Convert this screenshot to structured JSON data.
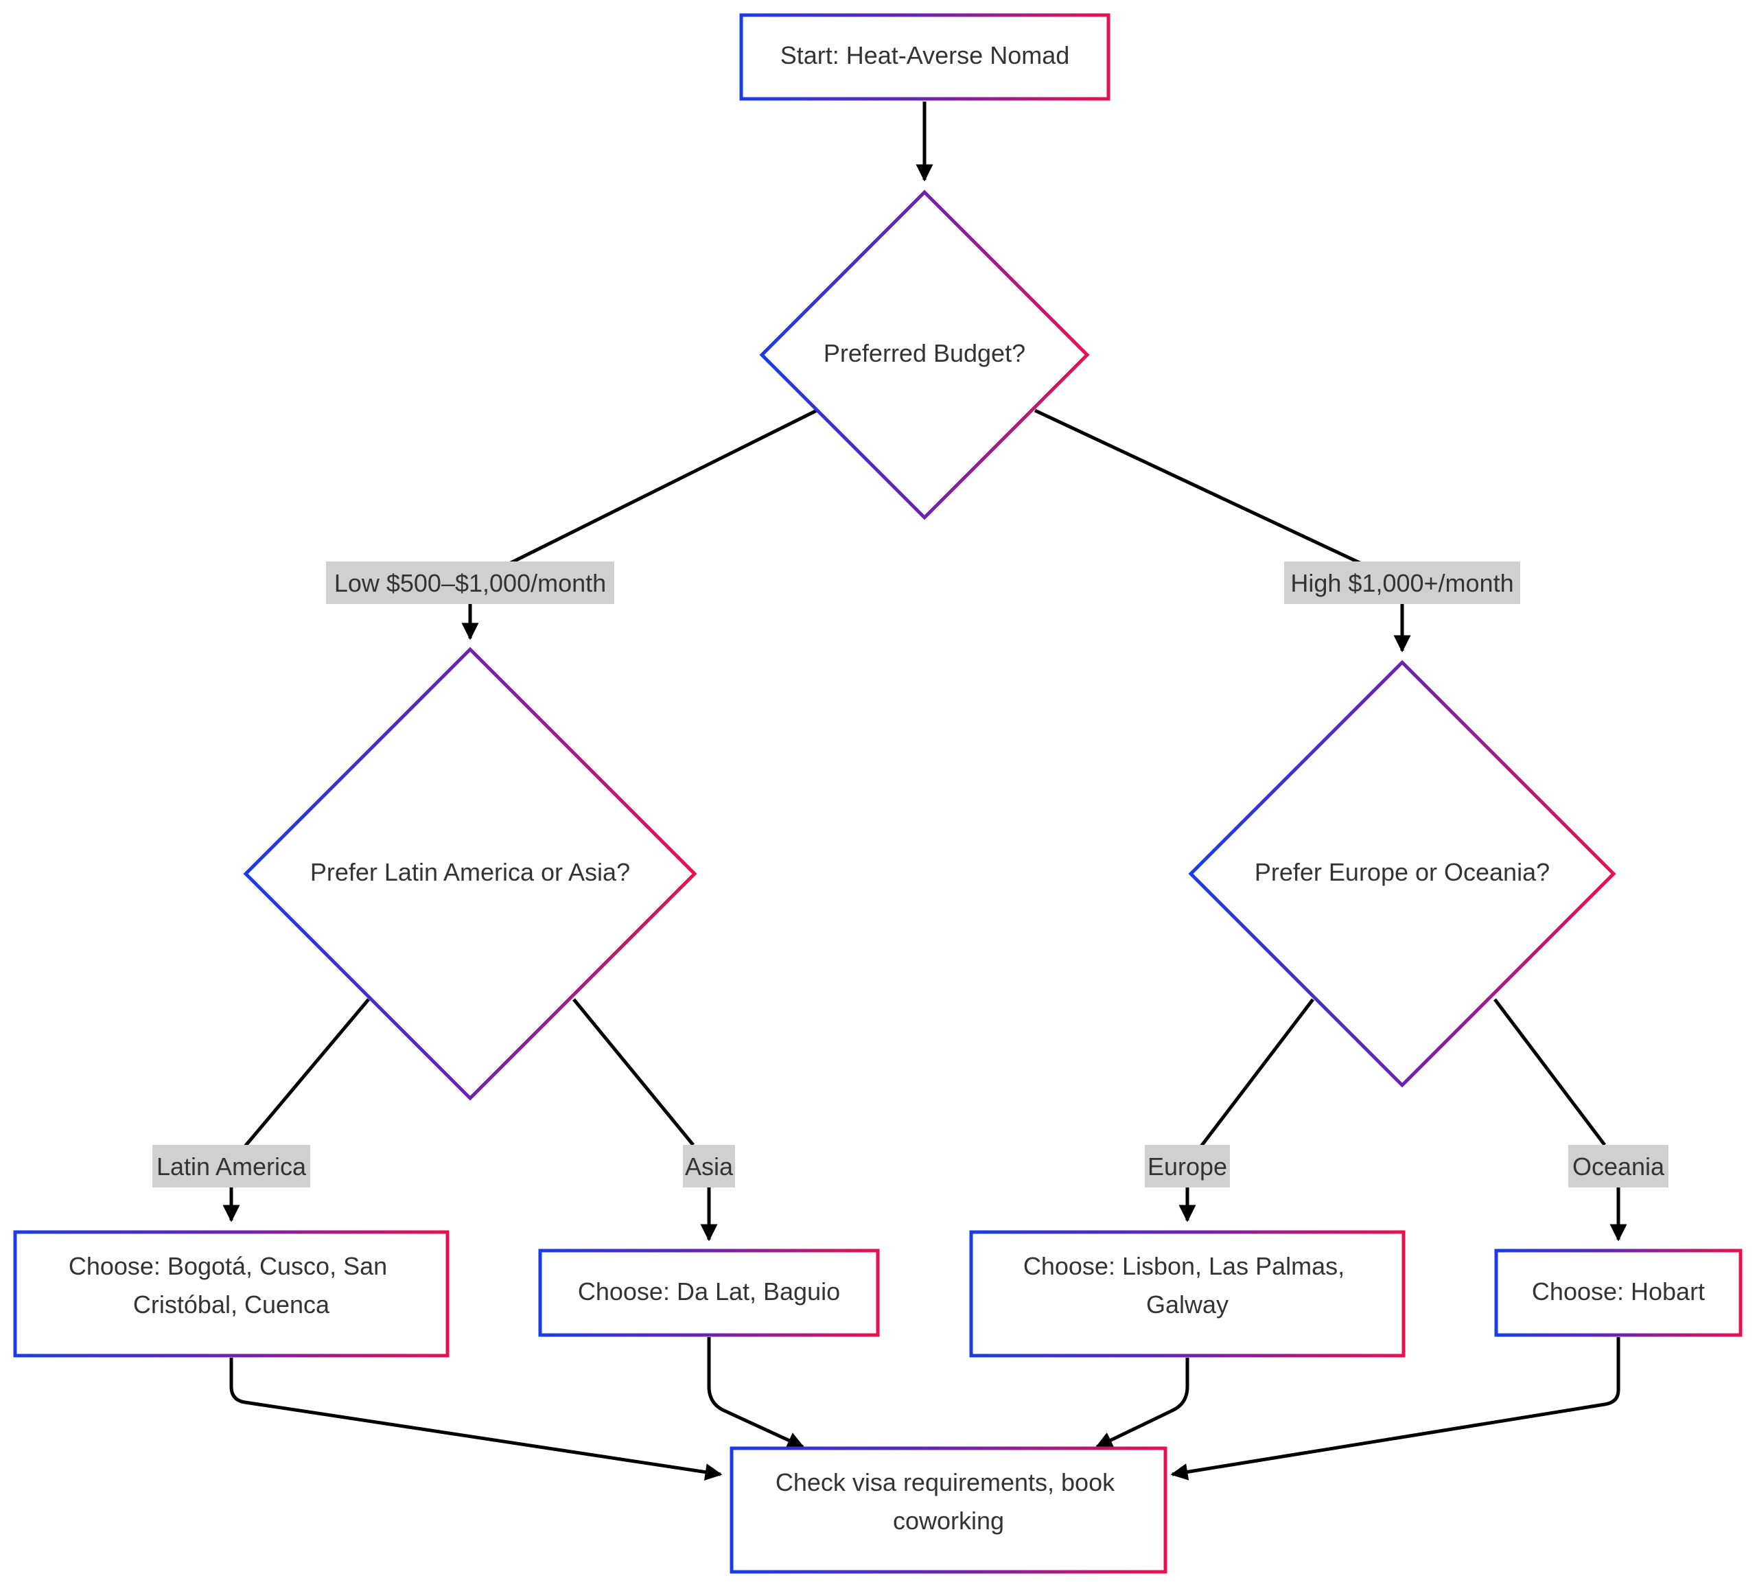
{
  "diagram": {
    "nodes": {
      "start": [
        "Start: Heat-Averse Nomad"
      ],
      "budget": [
        "Preferred Budget?"
      ],
      "low_region": [
        "Prefer Latin America or Asia?"
      ],
      "high_region": [
        "Prefer Europe or Oceania?"
      ],
      "latam": [
        "Choose: Bogotá, Cusco, San",
        "Cristóbal, Cuenca"
      ],
      "asia": [
        "Choose: Da Lat, Baguio"
      ],
      "europe": [
        "Choose: Lisbon, Las Palmas,",
        "Galway"
      ],
      "oceania": [
        "Choose: Hobart"
      ],
      "finish": [
        "Check visa requirements, book",
        "coworking"
      ]
    },
    "edge_labels": {
      "low": "Low $500–$1,000/month",
      "high": "High $1,000+/month",
      "latam": "Latin America",
      "asia": "Asia",
      "europe": "Europe",
      "oceania": "Oceania"
    },
    "colors": {
      "gradient_start": "#1a3ce6",
      "gradient_mid": "#6b23b0",
      "gradient_end": "#e8114f",
      "edge": "#000000",
      "label_background": "#d0d0d0",
      "text": "#333333"
    }
  }
}
